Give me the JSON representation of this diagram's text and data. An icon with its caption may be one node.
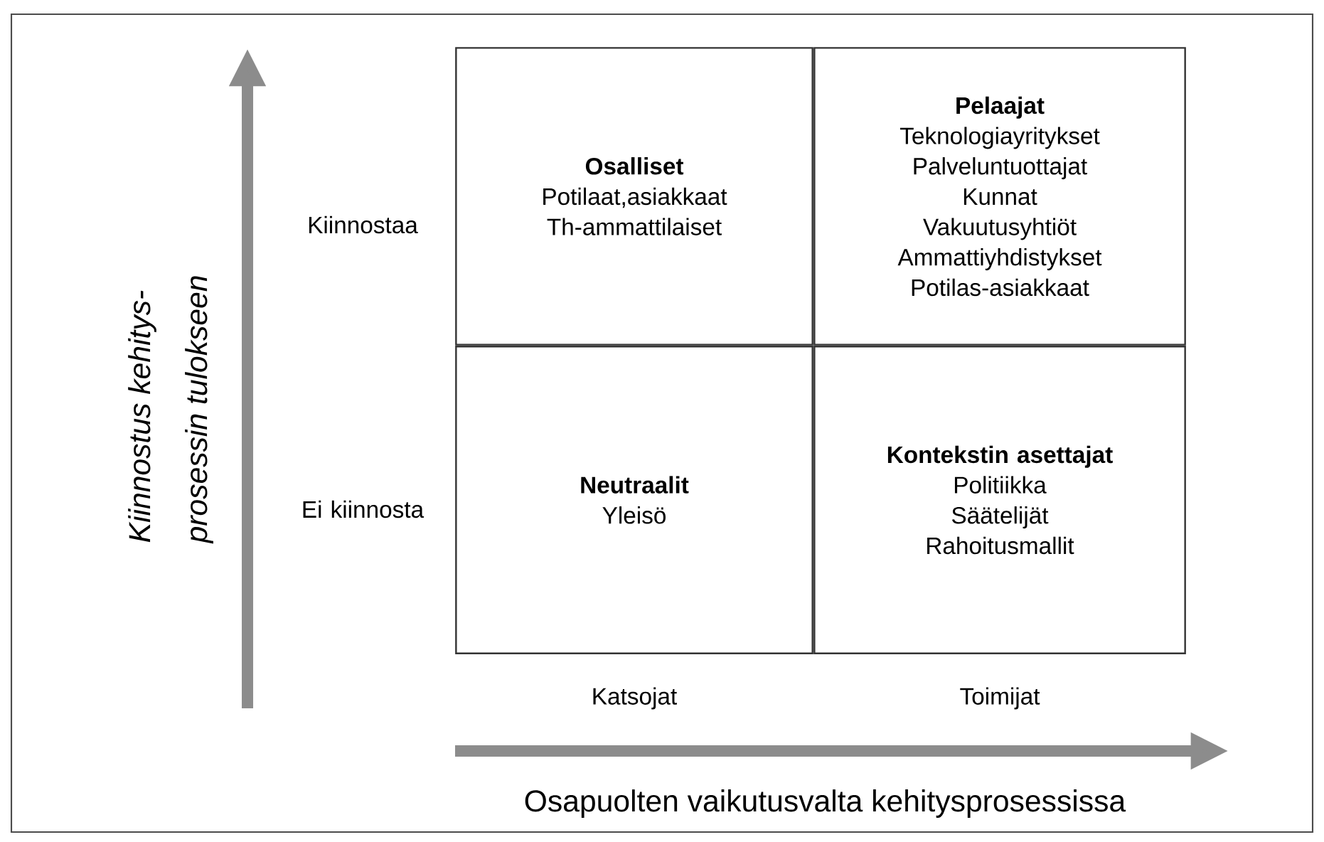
{
  "diagram": {
    "nodes": [
      {
        "text": [
          "Osalliset",
          "Potilaat,asiakkaat",
          "Th-ammattilaiset"
        ]
      },
      {
        "text": [
          "Pelaajat",
          "Teknologiayritykset",
          "Palveluntuottajat",
          "Kunnat",
          "Vakuutusyhtiöt",
          "Ammattiyhdistykset",
          "Potilas-asiakkaat"
        ]
      },
      {
        "text": [
          "Neutraalit",
          "Yleisö"
        ]
      },
      {
        "text": [
          "Kontekstin asettajat",
          "Politiikka",
          "Säätelijät",
          "Rahoitusmallit"
        ]
      }
    ],
    "labels": [
      "Kiinnostus kehitys-",
      "prosessin tulokseen",
      "Kiinnostaa",
      "Ei kiinnosta",
      "Katsojat",
      "Toimijat",
      "Osapuolten vaikutusvalta kehitysprosessissa"
    ]
  }
}
